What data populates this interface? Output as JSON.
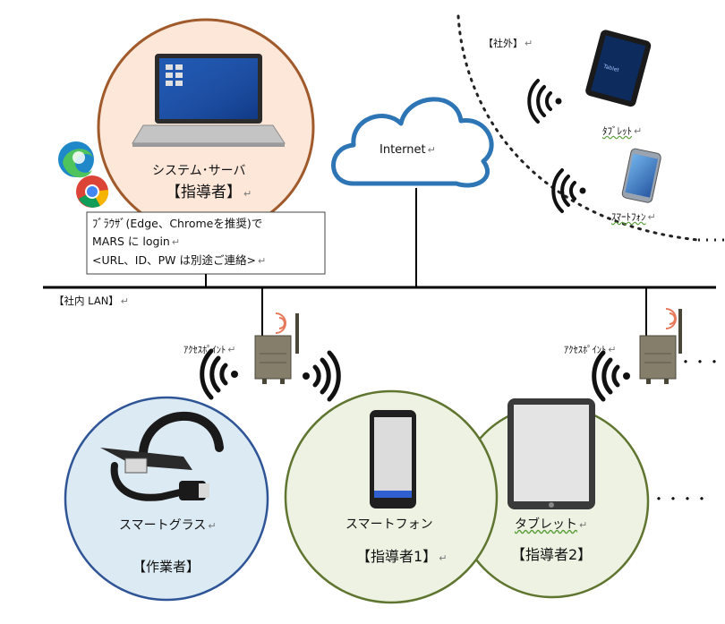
{
  "server": {
    "label": "システム･サーバ",
    "role": "【指導者】",
    "return_mark": "↵"
  },
  "internet": {
    "label": "Internet",
    "return_mark": "↵"
  },
  "external": {
    "label": "【社外】",
    "return_mark": "↵",
    "tablet_label": "ﾀﾌﾞﾚｯﾄ",
    "smartphone_label": "ｽﾏｰﾄﾌｫﾝ",
    "tablet_brand": "Tablet"
  },
  "browser_note": {
    "line1": "ﾌﾞﾗｳｻﾞ(Edge、Chromeを推奨)で",
    "line2": "MARS に login",
    "line3": "<URL、ID、PW は別途ご連絡>",
    "return_mark": "↵"
  },
  "lan": {
    "label": "【社内 LAN】",
    "return_mark": "↵"
  },
  "access_points": [
    {
      "label": "ｱｸｾｽﾎﾟｲﾝﾄ",
      "return_mark": "↵"
    },
    {
      "label": "ｱｸｾｽﾎﾟｲﾝﾄ",
      "return_mark": "↵"
    }
  ],
  "ellipsis": "・・・・",
  "worker": {
    "device": "スマートグラス",
    "role": "【作業者】",
    "return_mark": "↵"
  },
  "instructor1": {
    "device": "スマートフォン",
    "role": "【指導者1】",
    "return_mark": "↵"
  },
  "instructor2": {
    "device": "タブレット",
    "role": "【指導者2】",
    "return_mark": "↵"
  },
  "colors": {
    "server_circle_fill": "#fde7d9",
    "server_circle_stroke": "#a05a2c",
    "worker_circle_fill": "#dceaf4",
    "worker_circle_stroke": "#2f5597",
    "instructor_circle_fill": "#edf2e2",
    "instructor_circle_stroke": "#5f7530",
    "cloud_stroke": "#2e75b6",
    "lan_line": "#000000"
  },
  "icons": [
    "laptop-icon",
    "edge-icon",
    "chrome-icon",
    "cloud-icon",
    "wifi-icon",
    "access-point-icon",
    "smart-glasses-icon",
    "smartphone-icon",
    "tablet-icon"
  ]
}
